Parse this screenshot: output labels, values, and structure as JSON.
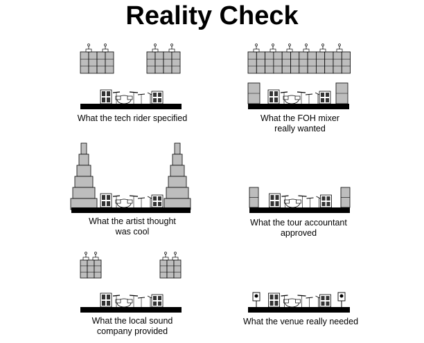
{
  "title": "Reality Check",
  "panels": [
    {
      "caption_lines": [
        "What the tech rider specified"
      ]
    },
    {
      "caption_lines": [
        "What the FOH mixer",
        "really wanted"
      ]
    },
    {
      "caption_lines": [
        "What the artist thought",
        "was cool"
      ]
    },
    {
      "caption_lines": [
        "What the tour accountant",
        "approved"
      ]
    },
    {
      "caption_lines": [
        "What the local sound",
        "company provided"
      ]
    },
    {
      "caption_lines": [
        "What the venue really needed"
      ]
    }
  ],
  "colors": {
    "speaker_fill": "#bdbdbd",
    "stage": "#000000",
    "background": "#ffffff"
  }
}
